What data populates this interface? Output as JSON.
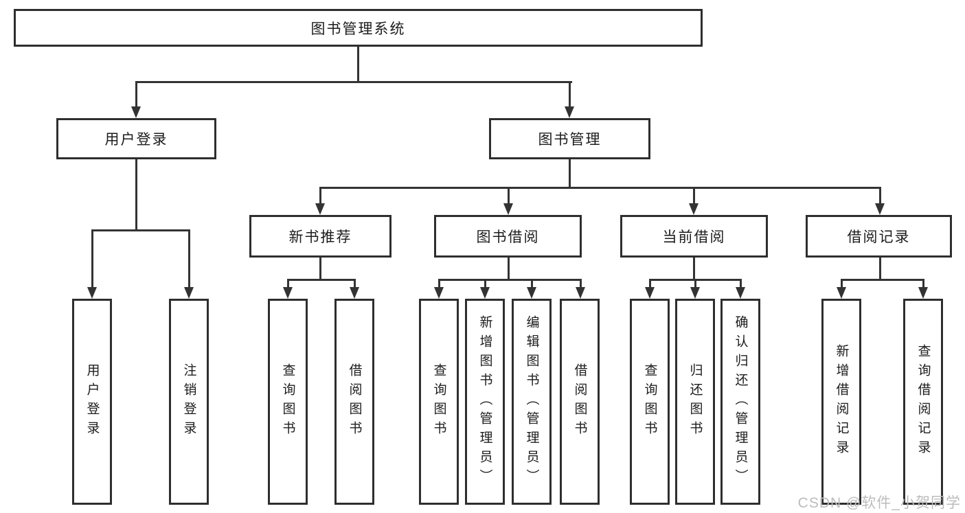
{
  "colors": {
    "line": "#333333",
    "box_border": "#2e2e2e",
    "box_fill": "#ffffff",
    "text": "#1c1c1c",
    "watermark": "#bcbcbc",
    "background": "#ffffff"
  },
  "watermark": {
    "text": "CSDN @软件_小贺同学"
  },
  "tree": {
    "root": {
      "label": "图书管理系统"
    },
    "branches": [
      {
        "label": "用户登录",
        "leaves": [
          {
            "label": "用户登录"
          },
          {
            "label": "注销登录"
          }
        ]
      },
      {
        "label": "图书管理",
        "children": [
          {
            "label": "新书推荐",
            "leaves": [
              {
                "label": "查询图书"
              },
              {
                "label": "借阅图书"
              }
            ]
          },
          {
            "label": "图书借阅",
            "leaves": [
              {
                "label": "查询图书"
              },
              {
                "label": "新增图书（管理员）"
              },
              {
                "label": "编辑图书（管理员）"
              },
              {
                "label": "借阅图书"
              }
            ]
          },
          {
            "label": "当前借阅",
            "leaves": [
              {
                "label": "查询图书"
              },
              {
                "label": "归还图书"
              },
              {
                "label": "确认归还（管理员）"
              }
            ]
          },
          {
            "label": "借阅记录",
            "leaves": [
              {
                "label": "新增借阅记录"
              },
              {
                "label": "查询借阅记录"
              }
            ]
          }
        ]
      }
    ]
  }
}
